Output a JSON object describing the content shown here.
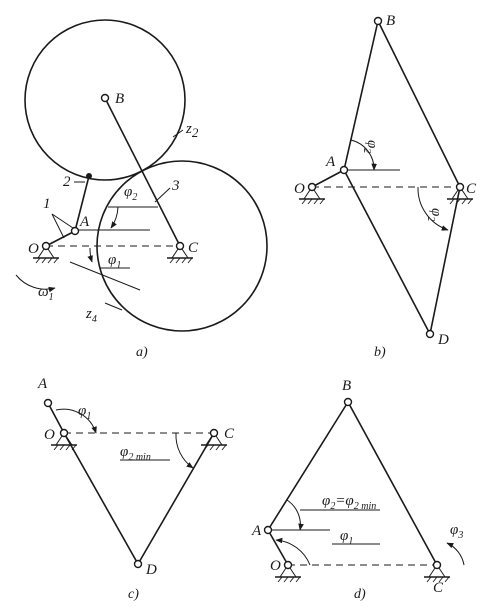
{
  "panels": {
    "a": {
      "caption": "a)",
      "labels": {
        "B": "B",
        "A": "A",
        "O": "O",
        "C": "C",
        "z2": "z",
        "z2_sub": "2",
        "z4": "z",
        "z4_sub": "4",
        "n1": "1",
        "n2": "2",
        "n3": "3",
        "phi2": "φ",
        "phi2_sub": "2",
        "phi1": "φ",
        "phi1_sub": "1",
        "omega1": "ω",
        "omega1_sub": "1"
      }
    },
    "b": {
      "caption": "b)",
      "labels": {
        "B": "B",
        "A": "A",
        "O": "O",
        "C": "C",
        "D": "D",
        "phi2_top": "φ",
        "phi2_top_sub": "2",
        "phi2_bot": "φ",
        "phi2_bot_sub": "2"
      }
    },
    "c": {
      "caption": "c)",
      "labels": {
        "A": "A",
        "O": "O",
        "C": "C",
        "D": "D",
        "phi1": "φ",
        "phi1_sub": "1",
        "phi2min": "φ",
        "phi2min_sub": "2 min"
      }
    },
    "d": {
      "caption": "d)",
      "labels": {
        "B": "B",
        "A": "A",
        "O": "O",
        "C": "C",
        "eq_phi": "φ",
        "eq_sub1": "2",
        "eq_mid": "=φ",
        "eq_sub2": "2 min",
        "phi1": "φ",
        "phi1_sub": "1",
        "phi3": "φ",
        "phi3_sub": "3"
      }
    }
  }
}
